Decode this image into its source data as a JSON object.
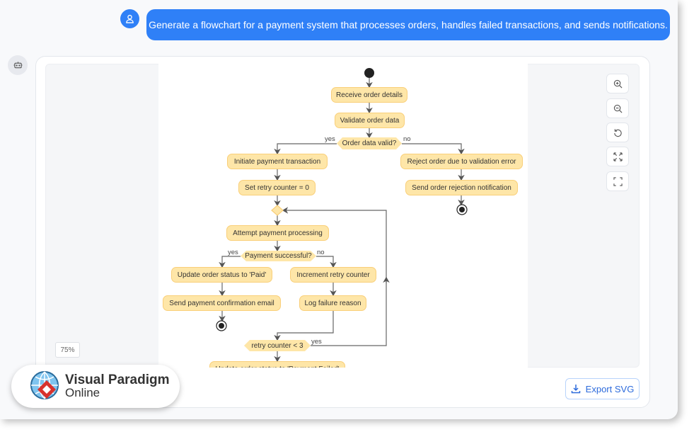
{
  "chat": {
    "user_message": "Generate a flowchart for a payment system that processes orders, handles failed transactions, and sends notifications."
  },
  "flowchart": {
    "nodes": {
      "receive": "Receive order details",
      "validate": "Validate order data",
      "valid_q": "Order data valid?",
      "initiate": "Initiate payment transaction",
      "reject": "Reject order due to validation error",
      "set_retry": "Set retry counter = 0",
      "send_reject": "Send order rejection notification",
      "attempt": "Attempt payment processing",
      "success_q": "Payment successful?",
      "update_paid": "Update order status to 'Paid'",
      "increment": "Increment retry counter",
      "send_confirm": "Send payment confirmation email",
      "log_failure": "Log failure reason",
      "retry_q": "retry counter < 3",
      "update_failed": "Update order status to 'Payment Failed'"
    },
    "labels": {
      "yes": "yes",
      "no": "no"
    },
    "colors": {
      "node_fill": "#fee6a8",
      "node_border": "#f9cf79"
    }
  },
  "viewer": {
    "zoom_level": "75%",
    "export_label": "Export SVG",
    "controls": [
      "zoom-in-icon",
      "zoom-out-icon",
      "reset-icon",
      "fit-icon",
      "fullscreen-icon"
    ]
  },
  "brand": {
    "name_line1": "Visual Paradigm",
    "name_line2": "Online"
  },
  "colors": {
    "accent": "#2f80f7"
  }
}
